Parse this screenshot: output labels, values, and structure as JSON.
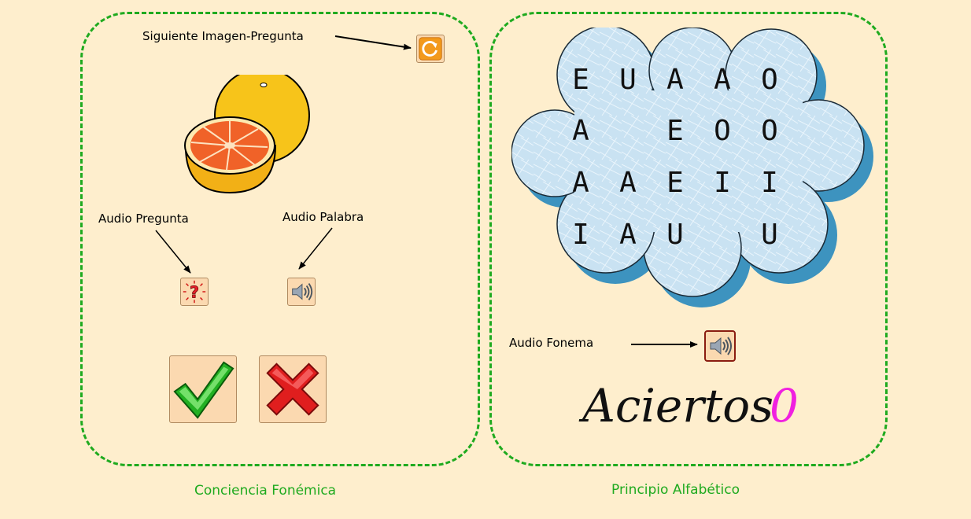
{
  "colors": {
    "background": "#feeecd",
    "panel_border": "#1faa1f",
    "caption": "#1faa1f",
    "score_value": "#f020e0",
    "button_bg": "#fbd9b0"
  },
  "left_panel": {
    "caption": "Conciencia Fonémica",
    "next_label": "Siguiente Imagen-Pregunta",
    "audio_question_label": "Audio Pregunta",
    "audio_word_label": "Audio Palabra",
    "picture_icon": "grapefruit-icon",
    "next_icon": "refresh-icon",
    "question_icon": "question-mark-icon",
    "speaker_icon": "speaker-icon",
    "correct_icon": "checkmark-icon",
    "wrong_icon": "cross-icon"
  },
  "right_panel": {
    "caption": "Principio Alfabético",
    "audio_phoneme_label": "Audio Fonema",
    "score_label": "Aciertos",
    "score_value": "0",
    "letters": {
      "row1": [
        "E",
        "U",
        "A",
        "A",
        "O"
      ],
      "row2": [
        "A",
        "E",
        "O",
        "O"
      ],
      "row3": [
        "A",
        "A",
        "E",
        "I",
        "I"
      ],
      "row4": [
        "I",
        "A",
        "U",
        "U"
      ]
    }
  }
}
